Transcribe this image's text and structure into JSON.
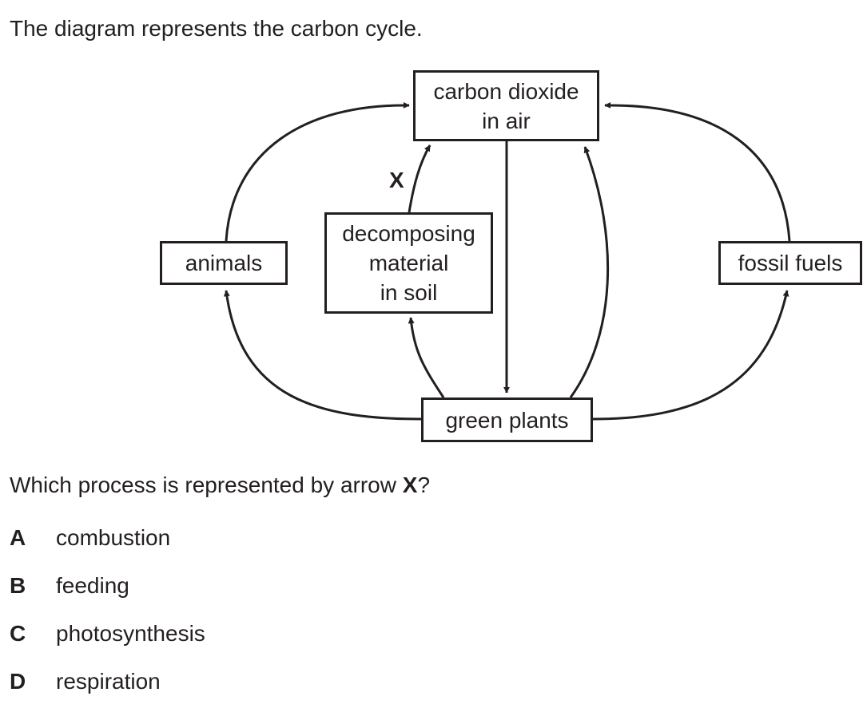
{
  "intro": "The diagram represents the carbon cycle.",
  "diagram": {
    "nodes": {
      "co2": "carbon dioxide\nin air",
      "animals": "animals",
      "decomposing": "decomposing\nmaterial\nin soil",
      "fossil": "fossil fuels",
      "plants": "green plants"
    },
    "arrow_label": "X"
  },
  "question": {
    "text_before": "Which process is represented by arrow ",
    "highlight": "X",
    "text_after": "?"
  },
  "options": [
    {
      "letter": "A",
      "text": "combustion"
    },
    {
      "letter": "B",
      "text": "feeding"
    },
    {
      "letter": "C",
      "text": "photosynthesis"
    },
    {
      "letter": "D",
      "text": "respiration"
    }
  ]
}
